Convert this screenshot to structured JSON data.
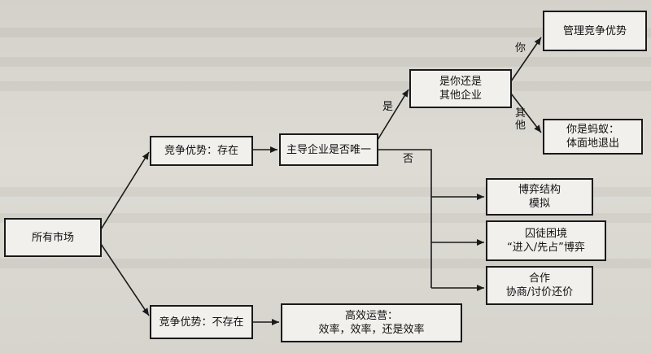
{
  "nodes": {
    "all_markets": "所有市场",
    "advantage_yes": "竞争优势：存在",
    "advantage_no": "竞争优势：不存在",
    "dominant_only": "主导企业是否唯一",
    "you_or_others": [
      "是你还是",
      "其他企业"
    ],
    "manage_advantage": "管理竞争优势",
    "ant_exit": [
      "你是蚂蚁：",
      "体面地退出"
    ],
    "game_structure": [
      "博弈结构",
      "模拟"
    ],
    "prisoners_dilemma": [
      "囚徒困境",
      "“进入/先占”博弈"
    ],
    "cooperation": [
      "合作",
      "协商/讨价还价"
    ],
    "efficient_ops": [
      "高效运营：",
      "效率，效率，还是效率"
    ]
  },
  "edge_labels": {
    "yes": "是",
    "no": "否",
    "you": "你",
    "others": "其他"
  }
}
